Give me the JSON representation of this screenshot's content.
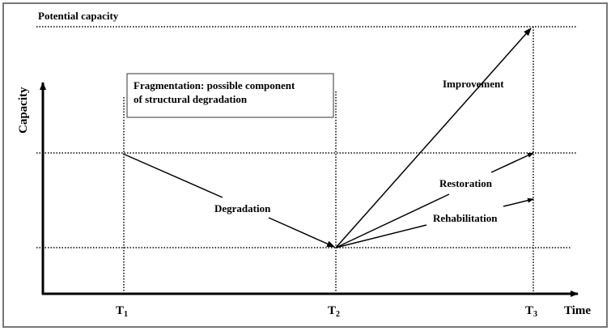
{
  "labels": {
    "potential_capacity": "Potential capacity",
    "y_axis": "Capacity",
    "x_axis": "Time",
    "box_line1": "Fragmentation: possible component",
    "box_line2": "of structural degradation",
    "degradation": "Degradation",
    "improvement": "Improvement",
    "restoration": "Restoration",
    "rehabilitation": "Rehabilitation"
  },
  "time_points": [
    {
      "main": "T",
      "sub": "1"
    },
    {
      "main": "T",
      "sub": "2"
    },
    {
      "main": "T",
      "sub": "3"
    }
  ]
}
